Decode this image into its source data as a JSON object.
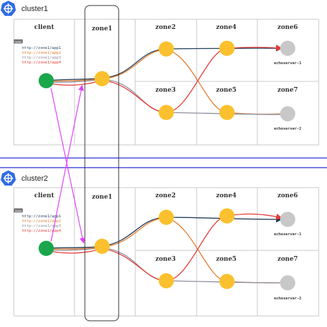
{
  "colors": {
    "k8s_blue": "#326ce5",
    "separator": "#2b2bd6",
    "grid": "#c8c8c8",
    "client_node": "#1aa64a",
    "zone_node": "#fbc02d",
    "echo_node": "#c8c8c8",
    "link_path": "#e53935",
    "magenta": "#e040fb",
    "line_dark": "#1f3b57",
    "line_orange": "#e07b2d",
    "line_gray": "#8e8e9e",
    "line_red": "#e53935"
  },
  "clusters": [
    {
      "name": "cluster1",
      "icon": "kubernetes-icon",
      "columns": [
        "client",
        "zone1",
        "zone2",
        "zone4",
        "zone6"
      ],
      "lower_row": [
        "zone3",
        "zone5",
        "zone7"
      ],
      "badge": "hosts",
      "urls": [
        "http://zone1/app1",
        "http://zone1/app2",
        "http://zone1/app3",
        "http://zone1/app4"
      ],
      "servers": [
        "echoserver-1",
        "echoserver-2"
      ]
    },
    {
      "name": "cluster2",
      "icon": "kubernetes-icon",
      "columns": [
        "client",
        "zone1",
        "zone2",
        "zone4",
        "zone6"
      ],
      "lower_row": [
        "zone3",
        "zone5",
        "zone7"
      ],
      "badge": "hosts",
      "urls": [
        "http://zone1/app1",
        "http://zone1/app2",
        "http://zone1/app3",
        "http://zone1/app4"
      ],
      "servers": [
        "echoserver-1",
        "echoserver-2"
      ]
    }
  ]
}
